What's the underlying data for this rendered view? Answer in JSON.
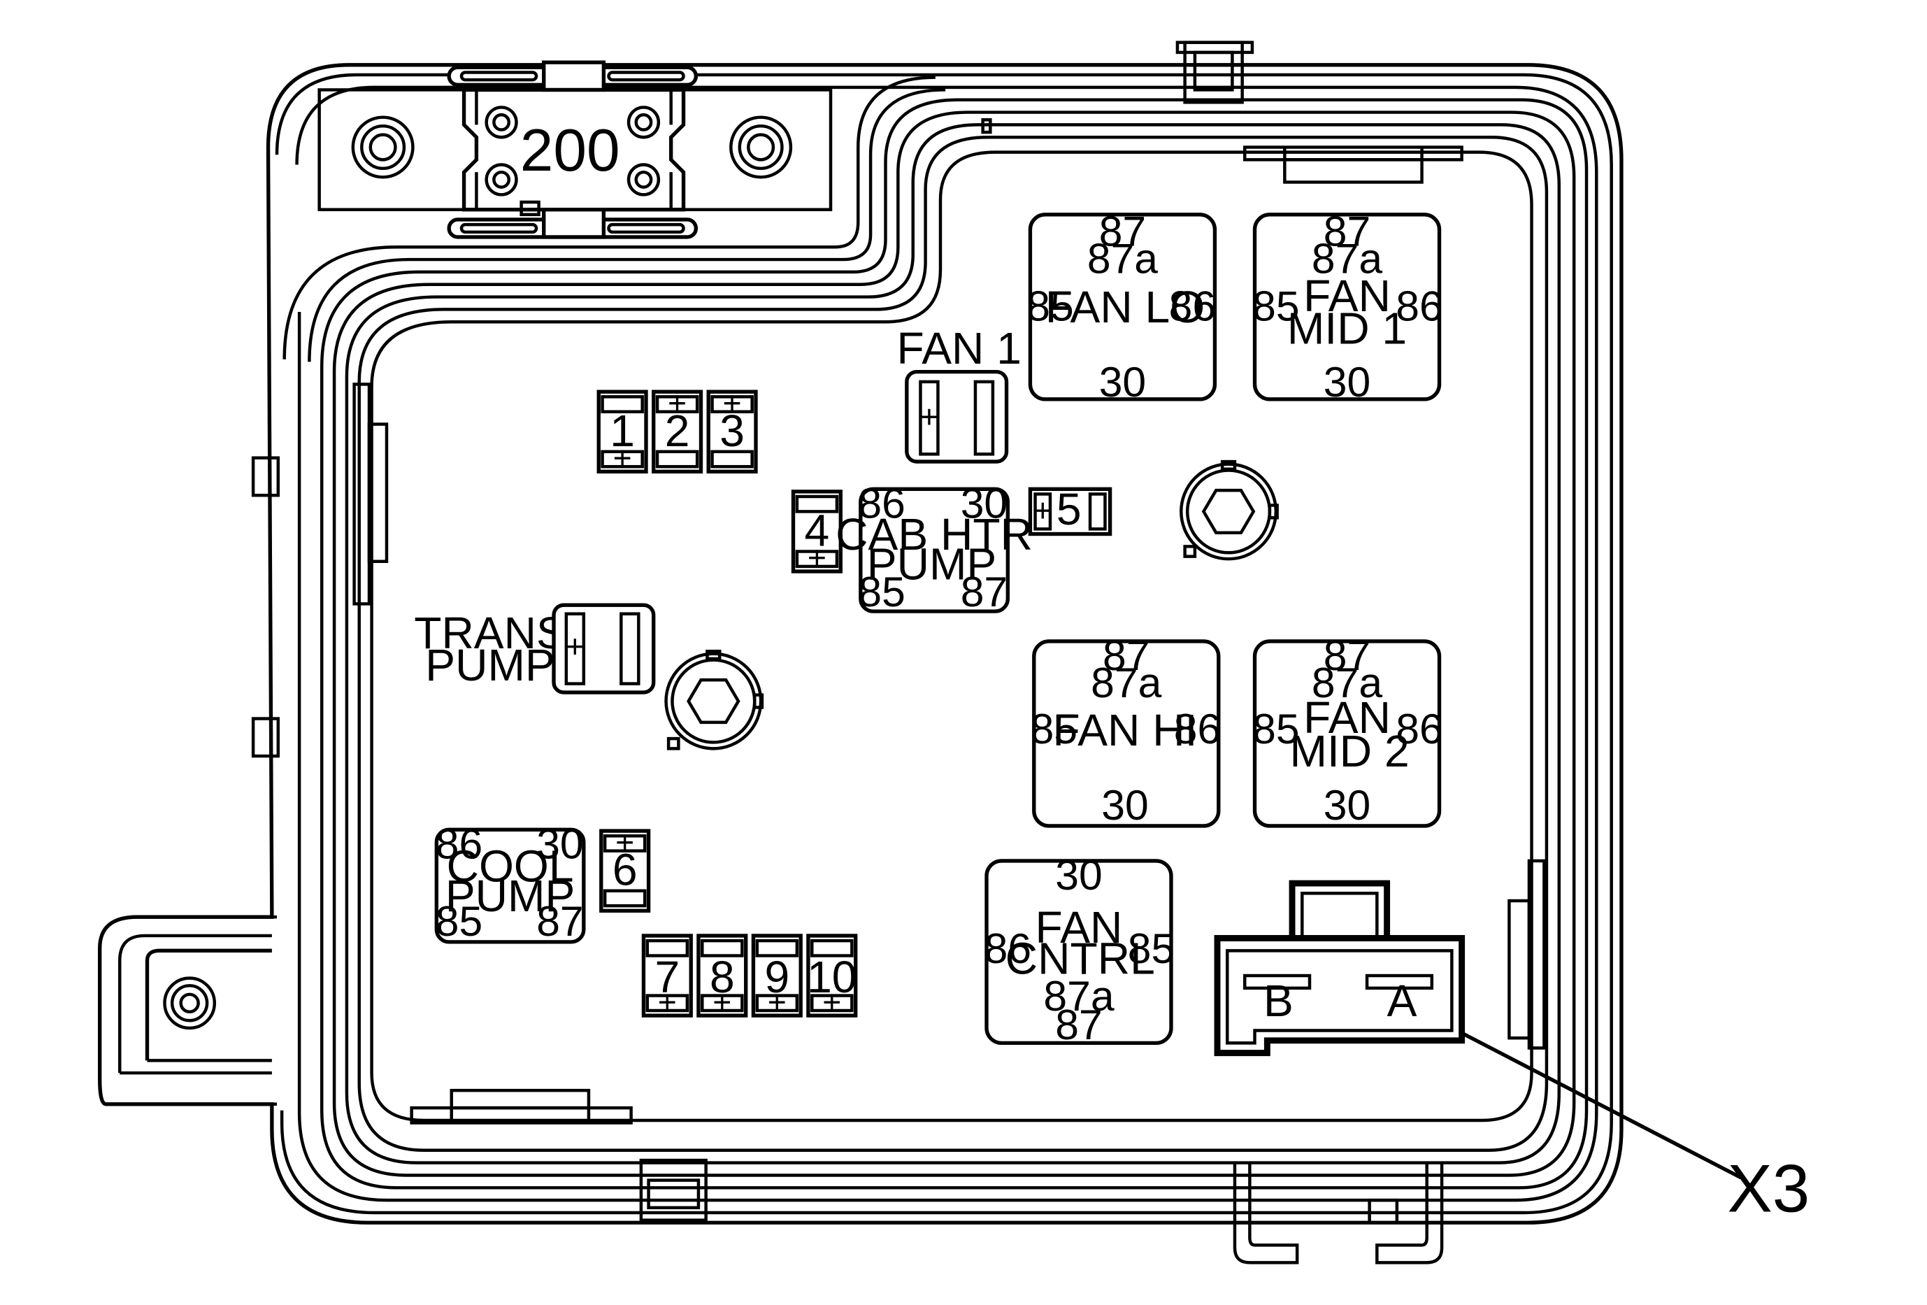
{
  "maxi_fuse": {
    "label": "200"
  },
  "relays": {
    "fan_lo": {
      "pins": [
        "87",
        "87a",
        "85",
        "86",
        "30"
      ],
      "name": [
        "FAN LO"
      ]
    },
    "fan_mid1": {
      "pins": [
        "87",
        "87a",
        "85",
        "86",
        "30"
      ],
      "name": [
        "FAN",
        "MID 1"
      ]
    },
    "fan_hi": {
      "pins": [
        "87",
        "87a",
        "85",
        "86",
        "30"
      ],
      "name": [
        "FAN HI"
      ]
    },
    "fan_mid2": {
      "pins": [
        "87",
        "87a",
        "85",
        "86",
        "30"
      ],
      "name": [
        "FAN",
        "MID 2"
      ]
    },
    "cab_htr_pump": {
      "pins": [
        "86",
        "30",
        "85",
        "87"
      ],
      "name": [
        "CAB HTR",
        "PUMP"
      ]
    },
    "cool_pump": {
      "pins": [
        "86",
        "30",
        "85",
        "87"
      ],
      "name": [
        "COOL",
        "PUMP"
      ]
    },
    "fan_cntrl": {
      "pins": [
        "30",
        "86",
        "85",
        "87a",
        "87"
      ],
      "name": [
        "FAN",
        "CNTRL"
      ]
    }
  },
  "fuses": [
    "1",
    "2",
    "3",
    "4",
    "5",
    "6",
    "7",
    "8",
    "9",
    "10"
  ],
  "plus_sign": "+",
  "cartridge_fuses": {
    "fan1": "FAN 1",
    "trans_pump": [
      "TRANS",
      "PUMP"
    ]
  },
  "connector": {
    "label": "X3",
    "terminals": [
      "B",
      "A"
    ]
  }
}
